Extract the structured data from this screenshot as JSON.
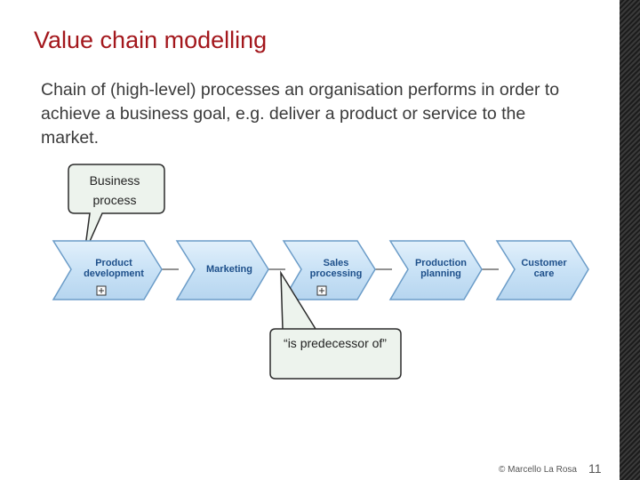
{
  "slide": {
    "title": "Value chain modelling",
    "description": "Chain of (high-level) processes an organisation performs in order to achieve a business goal, e.g. deliver a product or service to the market."
  },
  "callouts": {
    "business_process": "Business process",
    "is_predecessor_of": "“is predecessor of”"
  },
  "processes": [
    {
      "label": "Product development",
      "icon": "plus-box-icon"
    },
    {
      "label": "Marketing"
    },
    {
      "label": "Sales processing",
      "icon": "plus-box-icon"
    },
    {
      "label": "Production planning"
    },
    {
      "label": "Customer care"
    }
  ],
  "footer": {
    "credit": "© Marcello La Rosa",
    "page_number": "11"
  },
  "colors": {
    "title": "#a3171c",
    "chevron_fill": "#c9e2f6",
    "chevron_stroke": "#6b9cc8",
    "process_text": "#1d4f8a",
    "callout_fill": "#edf3ed"
  }
}
